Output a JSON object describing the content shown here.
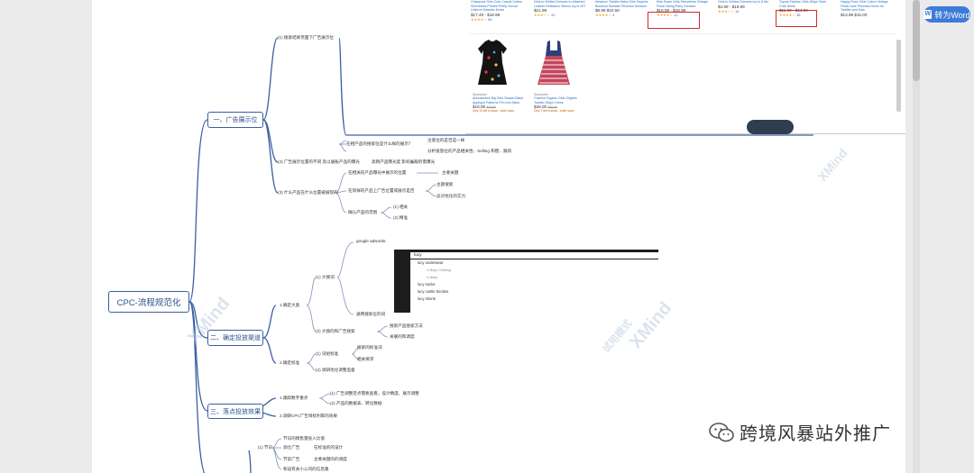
{
  "toolbar": {
    "to_word_label": "转为Word",
    "to_word_icon": "word-doc-icon"
  },
  "mindmap": {
    "root": "CPC-流程规范化",
    "b1": {
      "title": "一、广告展示位",
      "n1": "(1) 搜索结果页面下广告展示位",
      "n2": "(2) 广告展示位置的不同 及以展账产品的曝光",
      "n2_leaf": "高销产品曝光度 影响展现的需曝光",
      "n3": "(3) 什么产品在什么位置被展现的",
      "n3_a": "在相关的产品曝光中展示的位置",
      "n3_a_leaf": "主要关键",
      "n3_b": "在同样的产品上广告位置或展示是否",
      "n3_b_1": "主题搜索",
      "n3_b_2": "竞对优化的实力",
      "n3_c": "确认产品的范围",
      "n3_c_1": "(1) 相关",
      "n3_c_2": "(2) 精准",
      "n4": "在相产品的搜索位是什么样的展示？",
      "n4_1": "注意位的是否是一样",
      "n4_2": "分析投放位的产品相关性、Selling 和使、跟风"
    },
    "b2": {
      "title": "二、确定投放渠道",
      "n1": "1.确定大类",
      "n1_a": "(1) 大搜词",
      "n1_a_1": "google adwords",
      "n1_a_2": "通用搜索位的词",
      "n1_b": "(2) 大搜的和广告搜索",
      "n1_b_1": "搜索产品搜索方法",
      "n1_b_2": "关联的和调度",
      "n2": "2.确定标准",
      "n2_a": "(1) 词组标准",
      "n2_a_1": "搜索的标准词",
      "n2_a_2": "相关要求",
      "n2_b": "(2) 调研优化调整监督"
    },
    "b3": {
      "title": "三、落点投放效果",
      "n1": "1.跟踪数字重点",
      "n1_1": "(1) 广告调整定点需要查看，设计精度、展示调整",
      "n1_2": "(2) 产品的数据表、转化数据",
      "n2": "2.调研CPC广告目标利率的效果"
    },
    "b4": {
      "label": "(1) 节日",
      "i1": "节日的销售量投入比值",
      "i2": "调仓广告",
      "i2_r": "在标准的的设计",
      "i3": "节前广告",
      "i3_r": "主要关键的的调度",
      "i4": "和设有关小公司的信息集"
    }
  },
  "products": {
    "row1": [
      {
        "name": "Chiaquoia Girls Cute Casual Cotton Sleeveless Printed Pretty School Uniform Sweater Dress",
        "price": "$17.49 - $18.99",
        "stars": "★★★★☆",
        "count": "56"
      },
      {
        "name": "Girls to Whites Dresses to Attached Leather Reflective Sleeve Icy is 20T",
        "price": "$21.99",
        "stars": "★★★☆☆",
        "count": "20"
      },
      {
        "name": "Newborn Toddler Baby Girls Sequins Bowknot Sweater Princess Dresses",
        "price": "$8.99 $10.50",
        "stars": "★★★★☆",
        "count": "4"
      },
      {
        "name": "Kids Exam Girls Sleeveless Vintage Floral Swing Party Dresses",
        "price": "$16.99 - $18.99",
        "stars": "★★★★☆",
        "count": "12"
      },
      {
        "name": "Girls to Whites Dresses Icy to 6 Mo",
        "price": "$4.99 - $19.99",
        "stars": "★★★☆☆",
        "count": "14"
      },
      {
        "name": "Toyota Fashion Girls Stripe Swirl Cute Dress",
        "price": "$11.99 - $14.99",
        "stars": "★★★★☆",
        "count": "38"
      },
      {
        "name": "Happy Rose Girls Colors Vintage Floral Lace Princess Dress for Toddler and Kids",
        "price": "$13.99 $15.00",
        "stars": "",
        "count": ""
      }
    ],
    "row2": [
      {
        "sponsored": "Sponsored",
        "name": "Annualweek Big Girls Sequin Black Appliqué Patterns Pin Line Black",
        "price": "$18.99",
        "strike": "$22.99",
        "ship": "Only 13 left in stock - order soon."
      },
      {
        "sponsored": "Sponsored",
        "name": "Colorful Organic Girls Organic Toddler Stripe Dress",
        "price": "$28.00",
        "strike": "$30.00",
        "ship": "Only 7 left in stock - order soon."
      }
    ]
  },
  "search": {
    "query": "lucy",
    "suggestions": [
      {
        "text": "lucy underwear",
        "sub": false
      },
      {
        "text": "in Boys' Clothing",
        "sub": true
      },
      {
        "text": "in Baby",
        "sub": true
      },
      {
        "text": "lucy socks",
        "sub": false
      },
      {
        "text": "lucy castle booties",
        "sub": false
      },
      {
        "text": "lucy shorts",
        "sub": false
      }
    ]
  },
  "watermarks": {
    "brand": "XMind",
    "sub": "试用模式"
  },
  "footer": {
    "channel": "跨境风暴站外推广",
    "channel_icon": "wechat-icon"
  },
  "colors": {
    "accent": "#2b4f8c",
    "node_border": "#3a5fa0",
    "highlight": "#d62a2a",
    "button": "#3d7bd9"
  }
}
